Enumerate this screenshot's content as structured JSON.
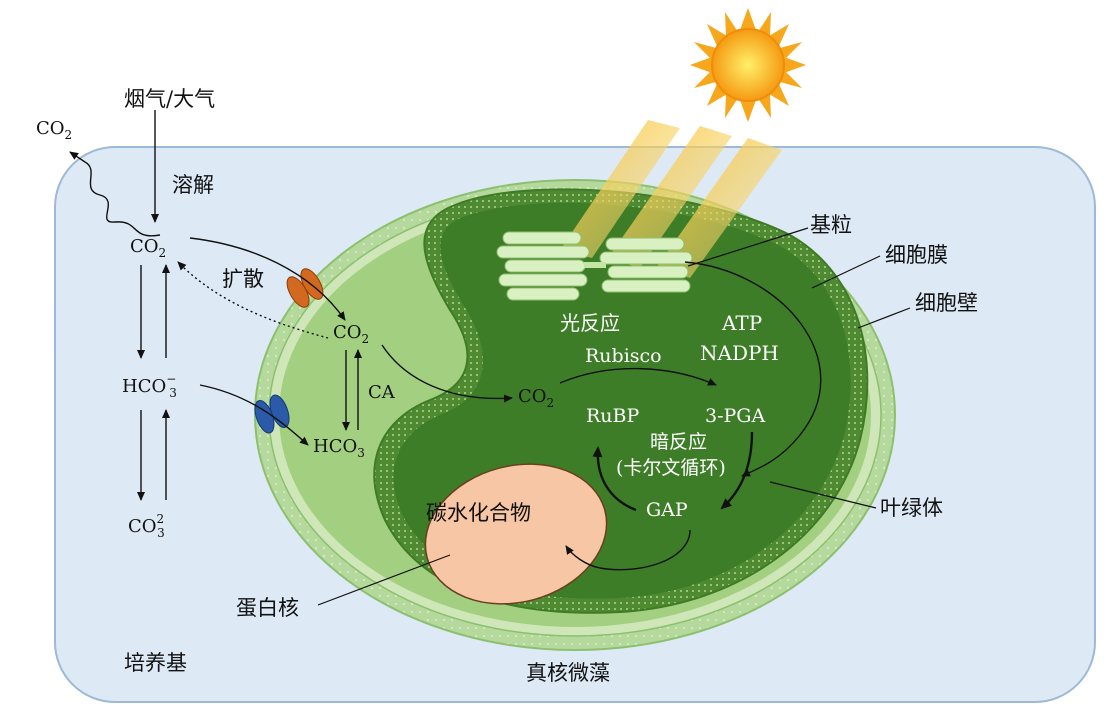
{
  "labels": {
    "flue_gas": "烟气/大气",
    "co2_outside": "CO",
    "co2_outside_sub": "2",
    "dissolve": "溶解",
    "co2_medium": "CO",
    "co2_medium_sub": "2",
    "hco3_medium": "HCO",
    "hco3_medium_sub": "3",
    "hco3_medium_sup": "−",
    "co3_medium": "CO",
    "co3_medium_sub": "3",
    "co3_medium_sup": "2",
    "diffuse": "扩散",
    "co2_cell": "CO",
    "co2_cell_sub": "2",
    "ca": "CA",
    "hco3_cell": "HCO",
    "hco3_cell_sub": "3",
    "co2_chloro": "CO",
    "co2_chloro_sub": "2",
    "rubisco": "Rubisco",
    "rubp": "RuBP",
    "pga": "3-PGA",
    "dark_reaction": "暗反应",
    "calvin_cycle": "(卡尔文循环)",
    "gap": "GAP",
    "light_reaction": "光反应",
    "atp": "ATP",
    "nadph": "NADPH",
    "carbohydrate": "碳水化合物",
    "grana": "基粒",
    "cell_membrane": "细胞膜",
    "cell_wall": "细胞壁",
    "chloroplast": "叶绿体",
    "pyrenoid": "蛋白核",
    "medium": "培养基",
    "microalgae": "真核微藻"
  },
  "colors": {
    "medium_fill": "#dde9f5",
    "medium_stroke": "#9db9d6",
    "cell_wall": "#b9dba0",
    "membrane": "#a8d28c",
    "cytoplasm": "#9ccc78",
    "chloro_outer": "#5e9a3e",
    "chloro_inner": "#3d7a26",
    "pyrenoid": "#f7c6a5",
    "sun": "#f7a71b",
    "transporter_orange": "#d2691e",
    "transporter_blue": "#2a5aa8"
  }
}
